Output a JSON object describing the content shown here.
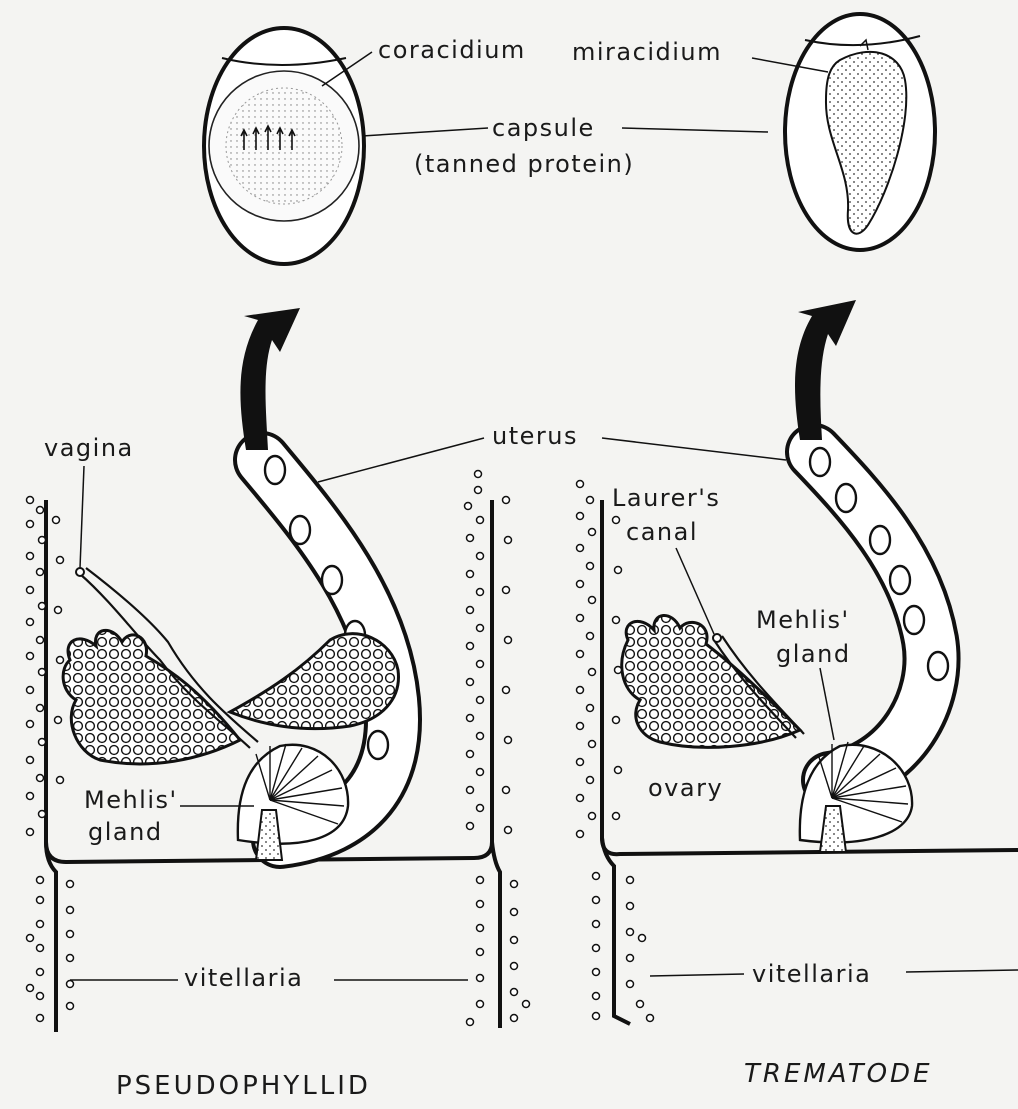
{
  "labels": {
    "coracidium": "coracidium",
    "miracidium": "miracidium",
    "capsule": "capsule",
    "tanned_protein": "(tanned protein)",
    "uterus": "uterus",
    "vagina": "vagina",
    "laurers": "Laurer's",
    "canal": "canal",
    "mehlis_left_1": "Mehlis'",
    "mehlis_left_2": "gland",
    "mehlis_right_1": "Mehlis'",
    "mehlis_right_2": "gland",
    "ovary": "ovary",
    "vitellaria_left": "vitellaria",
    "vitellaria_right": "vitellaria"
  },
  "captions": {
    "left": "PSEUDOPHYLLID",
    "right": "TREMATODE"
  }
}
